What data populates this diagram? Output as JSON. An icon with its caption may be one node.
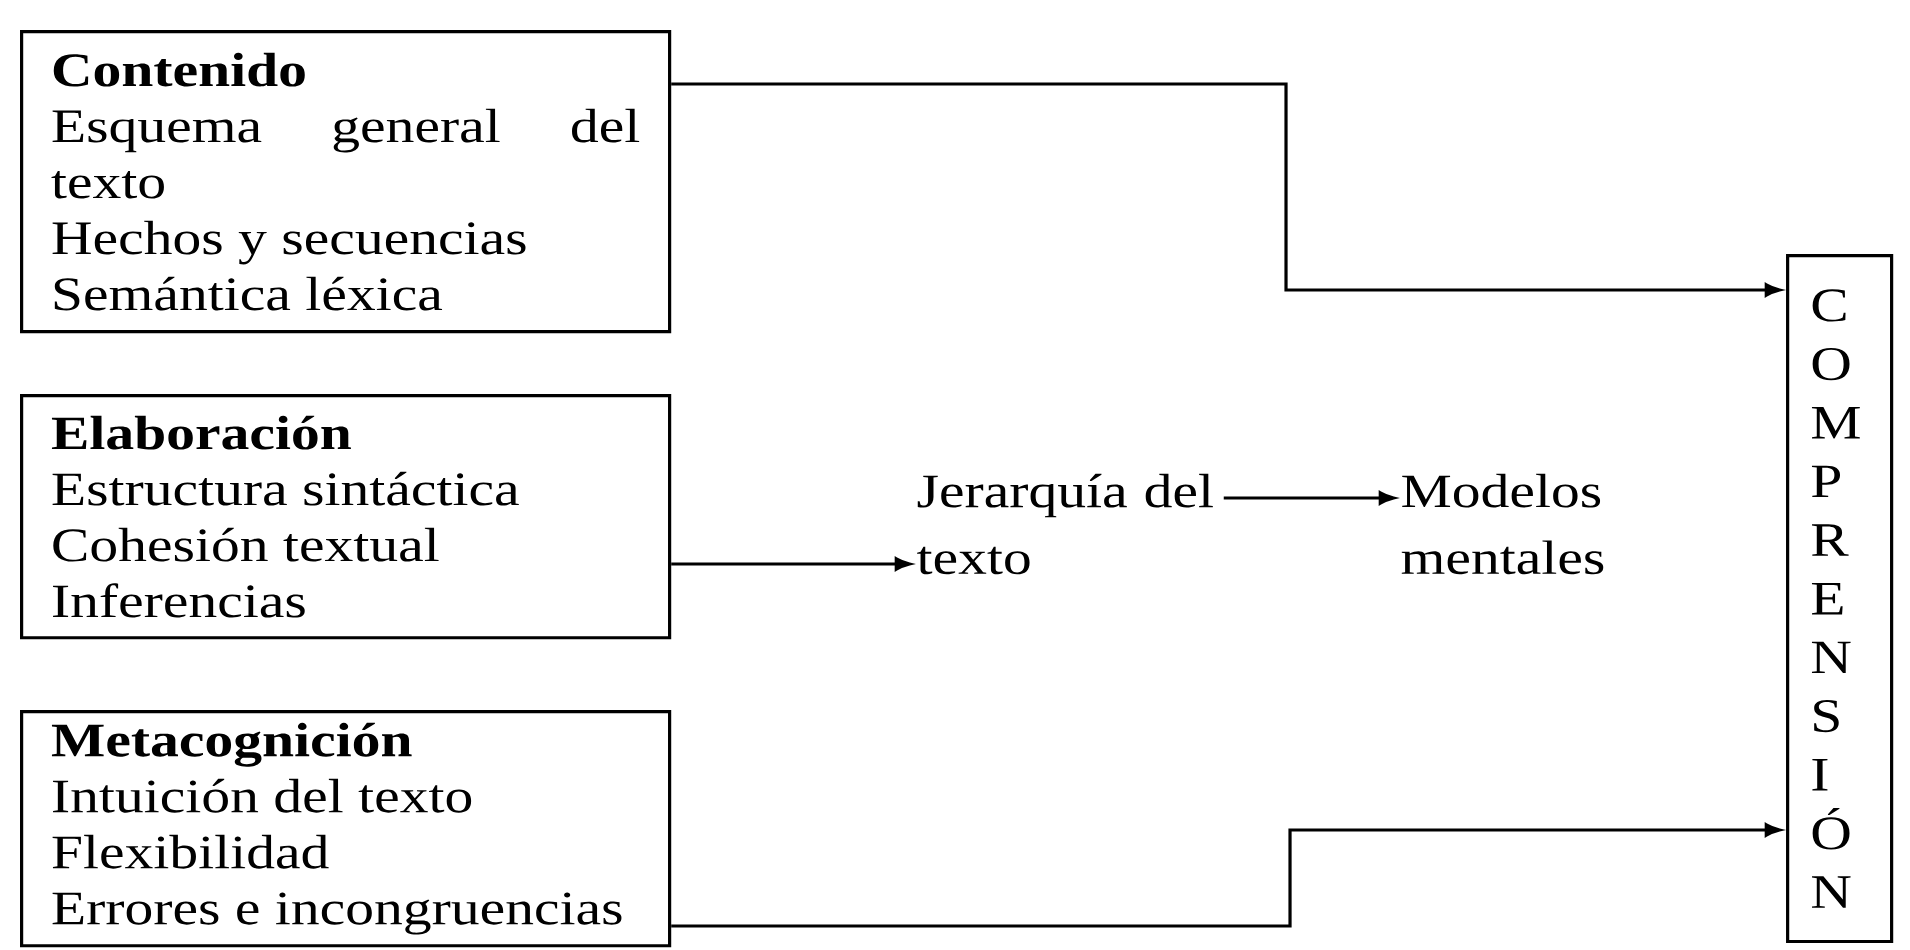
{
  "diagram": {
    "nodes": [
      {
        "text": [
          "Contenido",
          "Esquema general del texto",
          "Hechos y secuencias",
          "Semántica léxica"
        ]
      },
      {
        "text": [
          "Elaboración",
          "Estructura sintáctica",
          "Cohesión textual",
          "Inferencias"
        ]
      },
      {
        "text": [
          "Metacognición",
          "Intuición del texto",
          "Flexibilidad",
          "Errores e incongruencias"
        ]
      },
      {
        "text": [
          "Jerarquía del texto"
        ]
      },
      {
        "text": [
          "Modelos mentales"
        ]
      },
      {
        "text": [
          "C O M P R E N S I Ó N"
        ]
      }
    ],
    "edges": [
      {
        "from": 0,
        "to": 5,
        "arrow": "to"
      },
      {
        "from": 1,
        "to": 3,
        "arrow": "to"
      },
      {
        "from": 3,
        "to": 4,
        "arrow": "to"
      },
      {
        "from": 2,
        "to": 5,
        "arrow": "to"
      }
    ]
  }
}
